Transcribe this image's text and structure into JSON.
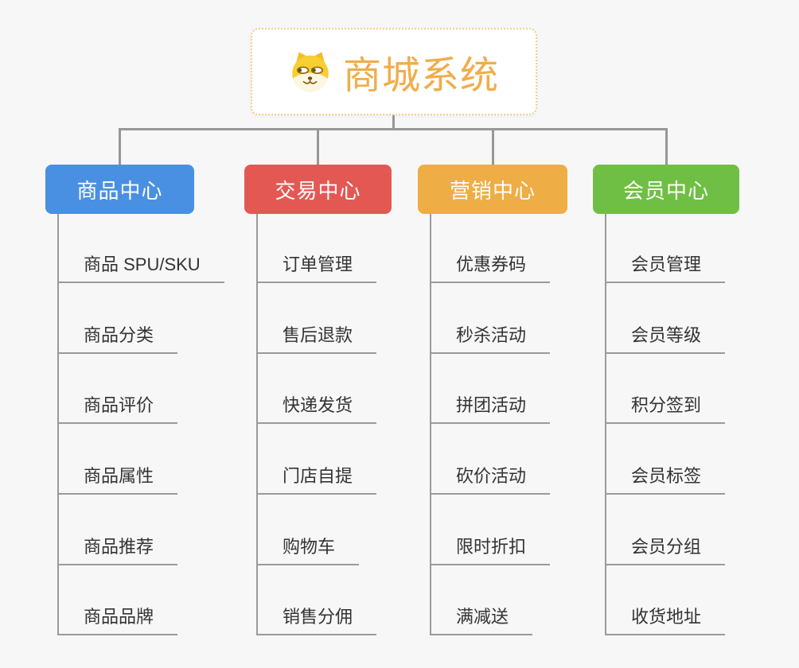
{
  "root": {
    "title": "商城系统",
    "icon": "doge-icon"
  },
  "branches": [
    {
      "label": "商品中心",
      "color": "#4A90E2",
      "children": [
        "商品 SPU/SKU",
        "商品分类",
        "商品评价",
        "商品属性",
        "商品推荐",
        "商品品牌"
      ]
    },
    {
      "label": "交易中心",
      "color": "#E4585#",
      "children": [
        "订单管理",
        "售后退款",
        "快递发货",
        "门店自提",
        "购物车",
        "销售分佣"
      ]
    },
    {
      "label": "营销中心",
      "color": "#EFAD45",
      "children": [
        "优惠券码",
        "秒杀活动",
        "拼团活动",
        "砍价活动",
        "限时折扣",
        "满减送"
      ]
    },
    {
      "label": "会员中心",
      "color": "#6FBF44",
      "children": [
        "会员管理",
        "会员等级",
        "积分签到",
        "会员标签",
        "会员分组",
        "收货地址"
      ]
    }
  ],
  "colors": {
    "background": "#F7F7F7",
    "root_text": "#F0AD4A",
    "root_border": "#F6CC8A",
    "connector": "#979797",
    "leaf_text": "#333333",
    "branch_blue": "#4A90E2",
    "branch_red": "#E45853",
    "branch_orange": "#EFAD45",
    "branch_green": "#6FBF44"
  }
}
